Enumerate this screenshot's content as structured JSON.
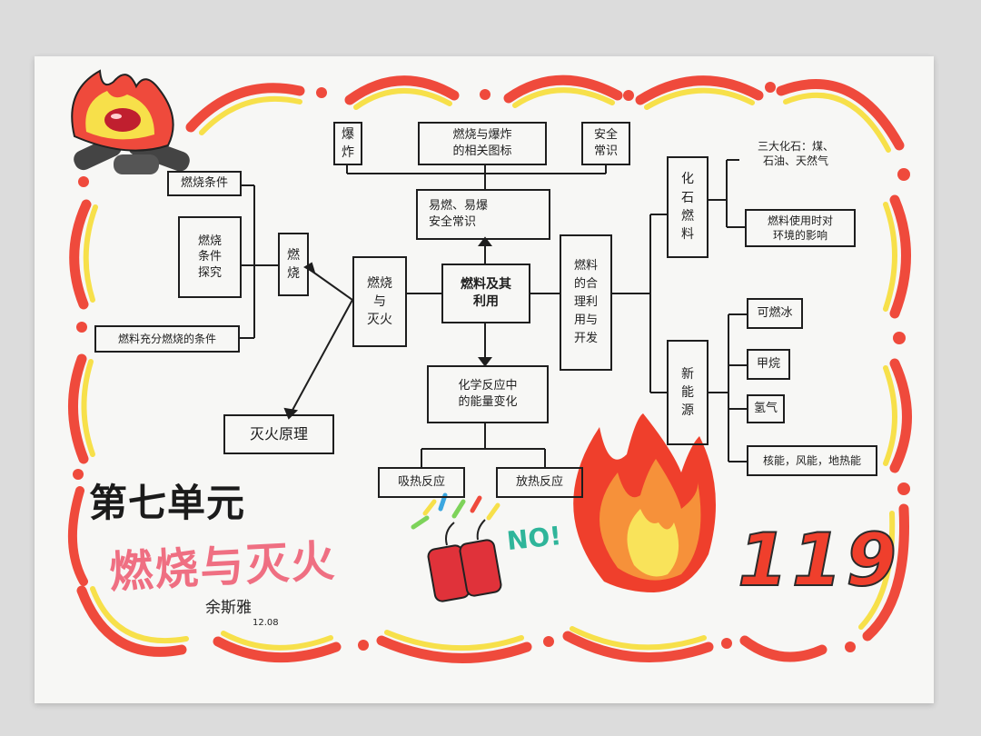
{
  "nodes": {
    "center": "燃料及其\n利用",
    "combustion_fire": "燃烧\n与\n灭火",
    "combustion": "燃\n烧",
    "combustion_conditions": "燃烧条件",
    "combustion_explore": "燃烧\n条件\n探究",
    "full_combustion": "燃料充分燃烧的条件",
    "fire_principle": "灭火原理",
    "explosion": "爆\n炸",
    "combustion_explosion_icons": "燃烧与爆炸\n的相关图标",
    "safety": "安全\n常识",
    "flammable_safety": "易燃、易爆\n安全常识",
    "energy_change": "化学反应中\n的能量变化",
    "endothermic": "吸热反应",
    "exothermic": "放热反应",
    "fuel_use": "燃料\n的合\n理利\n用与\n开发",
    "fossil_fuel": "化\n石\n燃\n料",
    "three_fossil": "三大化石：煤、\n石油、天然气",
    "fuel_env": "燃料使用时对\n环境的影响",
    "new_energy": "新\n能\n源",
    "combustible_ice": "可燃冰",
    "methane": "甲烷",
    "hydrogen": "氢气",
    "nuclear_etc": "核能，风能，地热能"
  },
  "title": "第七单元",
  "subtitle": "燃烧与灭火",
  "author": "余斯雅",
  "date": "12.08",
  "no_text": "NO!",
  "emergency_number": "119",
  "colors": {
    "border_red": "#ef4a3c",
    "border_yellow": "#f7e04a",
    "subtitle_pink": "#ef6f82",
    "no_green": "#2fb59a",
    "flame_red": "#ef3f2c",
    "flame_orange": "#f6913a",
    "flame_yellow": "#f9e35a"
  },
  "icons": [
    "campfire-icon",
    "firecracker-icon",
    "flame-icon"
  ]
}
